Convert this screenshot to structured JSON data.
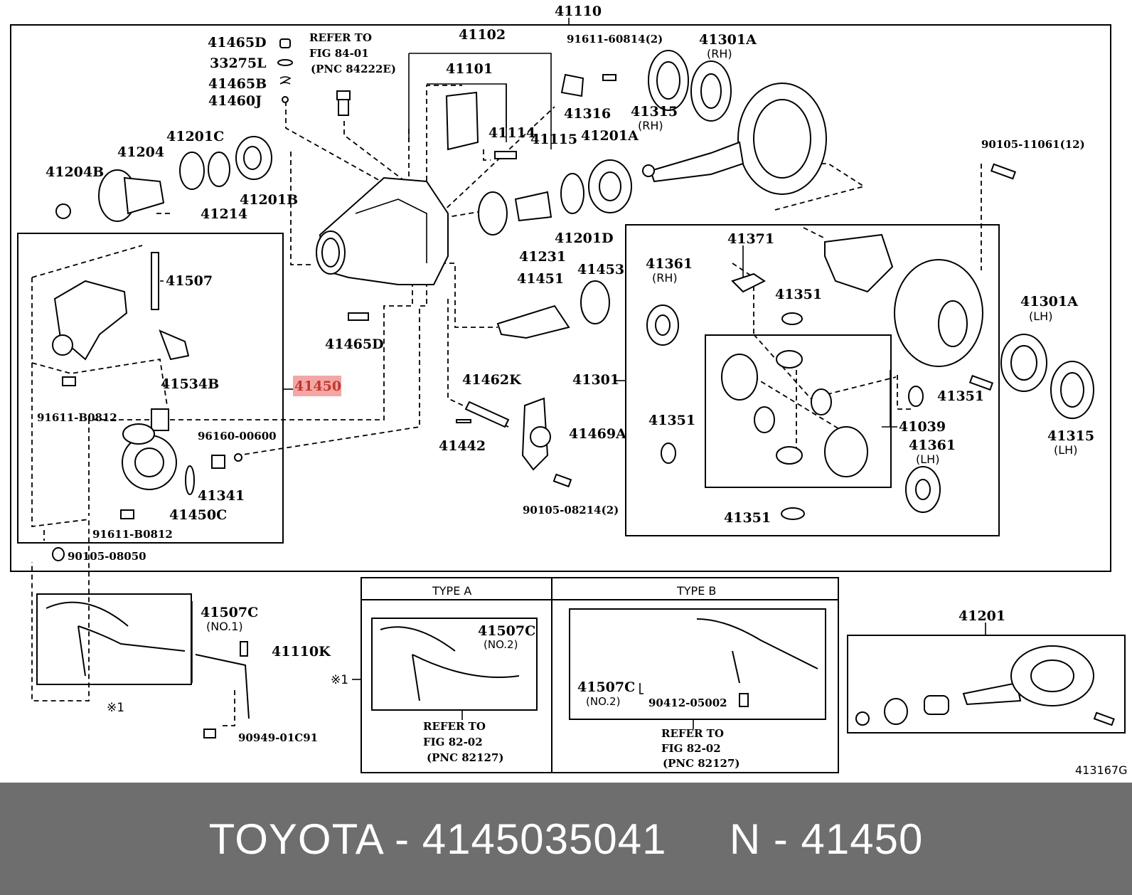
{
  "diagram": {
    "code": "413167G",
    "highlight_color": "#f4a6a6",
    "labels": {
      "l41110": "41110",
      "l41465D_top": "41465D",
      "l33275L": "33275L",
      "l41465B": "41465B",
      "l41460J": "41460J",
      "refer1_a": "REFER TO",
      "refer1_b": "FIG 84-01",
      "refer1_c": "(PNC 84222E)",
      "l41102": "41102",
      "l41101": "41101",
      "l91611_60814": "91611-60814(2)",
      "l41301A_rh": "41301A",
      "l41301A_rh_sub": "(RH)",
      "l41316": "41316",
      "l41315_rh": "41315",
      "l41315_rh_sub": "(RH)",
      "l41114": "41114",
      "l41115": "41115",
      "l41201A": "41201A",
      "l41201C": "41201C",
      "l41204": "41204",
      "l41204B": "41204B",
      "l41214": "41214",
      "l41201B": "41201B",
      "l90105_11061": "90105-11061(12)",
      "l41231": "41231",
      "l41201D": "41201D",
      "l41507": "41507",
      "l41534B": "41534B",
      "l41450": "41450",
      "l91611_B0812_a": "91611-B0812",
      "l96160_00600": "96160-00600",
      "l41341": "41341",
      "l41450C": "41450C",
      "l91611_B0812_b": "91611-B0812",
      "l90105_08050": "90105-08050",
      "l41465D_bot": "41465D",
      "l41451": "41451",
      "l41453": "41453",
      "l41462K": "41462K",
      "l41442": "41442",
      "l41469A": "41469A",
      "l90105_08214": "90105-08214(2)",
      "l41371": "41371",
      "l41361_rh": "41361",
      "l41361_rh_sub": "(RH)",
      "l41351_a": "41351",
      "l41301": "41301",
      "l41351_b": "41351",
      "l41351_c": "41351",
      "l41039": "41039",
      "l41361_lh": "41361",
      "l41361_lh_sub": "(LH)",
      "l41351_d": "41351",
      "l41301A_lh": "41301A",
      "l41301A_lh_sub": "(LH)",
      "l41315_lh": "41315",
      "l41315_lh_sub": "(LH)",
      "l41507C_no1": "41507C",
      "l41507C_no1_sub": "(NO.1)",
      "l41110K": "41110K",
      "l90949_01C91": "90949-01C91",
      "note1_a": "※1",
      "note1_b": "※1",
      "type_a": "TYPE A",
      "type_b": "TYPE B",
      "l41507C_no2_a": "41507C",
      "l41507C_no2_a_sub": "(NO.2)",
      "refer2_a": "REFER TO",
      "refer2_b": "FIG 82-02",
      "refer2_c": "(PNC 82127)",
      "l41507C_no2_b": "41507C",
      "l41507C_no2_b_sub": "(NO.2)",
      "l90412_05002": "90412-05002",
      "refer3_a": "REFER TO",
      "refer3_b": "FIG 82-02",
      "refer3_c": "(PNC 82127)",
      "l41201": "41201"
    }
  },
  "footer": {
    "brand": "TOYOTA",
    "part_number": "4145035041",
    "ref": "N - 41450",
    "text": "TOYOTA - 4145035041     N - 41450"
  }
}
